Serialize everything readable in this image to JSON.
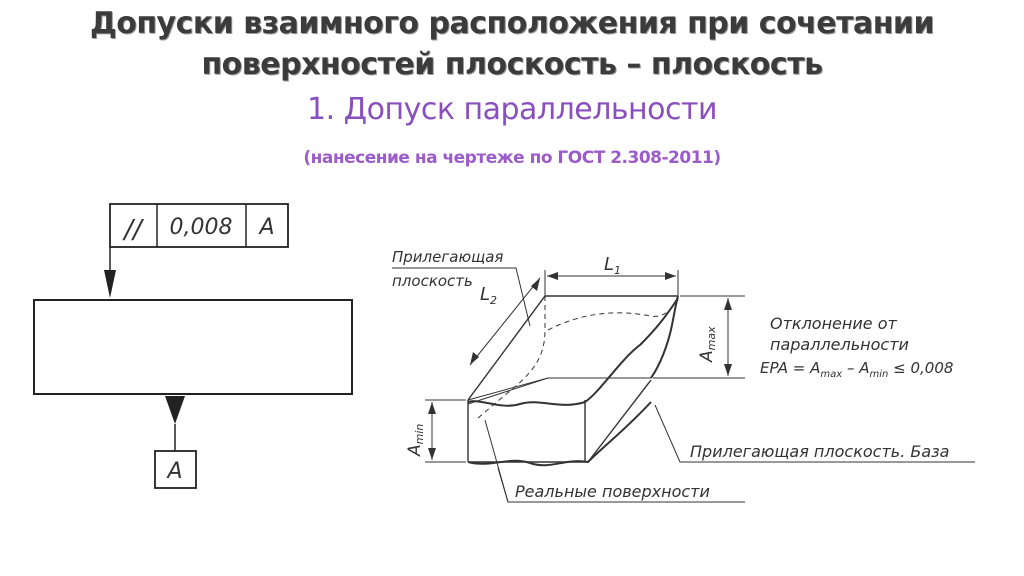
{
  "title": {
    "line1": "Допуски взаимного расположения при сочетании",
    "line2": "поверхностей плоскость – плоскость",
    "line3": "1. Допуск параллельности",
    "subtitle": "(нанесение на чертеже по ГОСТ 2.308-2011)"
  },
  "left_drawing": {
    "frame_symbol": "//",
    "frame_tolerance": "0,008",
    "frame_datum": "A",
    "datum_box_label": "A"
  },
  "right_drawing": {
    "label_adjacent_plane_line1": "Прилегающая",
    "label_adjacent_plane_line2": "плоскость",
    "label_L1": "L",
    "label_L1_sub": "1",
    "label_L2": "L",
    "label_L2_sub": "2",
    "label_Amax": "A",
    "label_Amax_sub": "max",
    "label_Amin": "A",
    "label_Amin_sub": "min",
    "deviation_line1": "Отклонение  от",
    "deviation_line2": "параллельности",
    "formula_epa": "EPA = A",
    "formula_max": "max",
    "formula_minus": " – A",
    "formula_min": "min",
    "formula_rest": " ≤  0,008",
    "label_base": "Прилегающая плоскость. База",
    "label_real": "Реальные  поверхности"
  }
}
